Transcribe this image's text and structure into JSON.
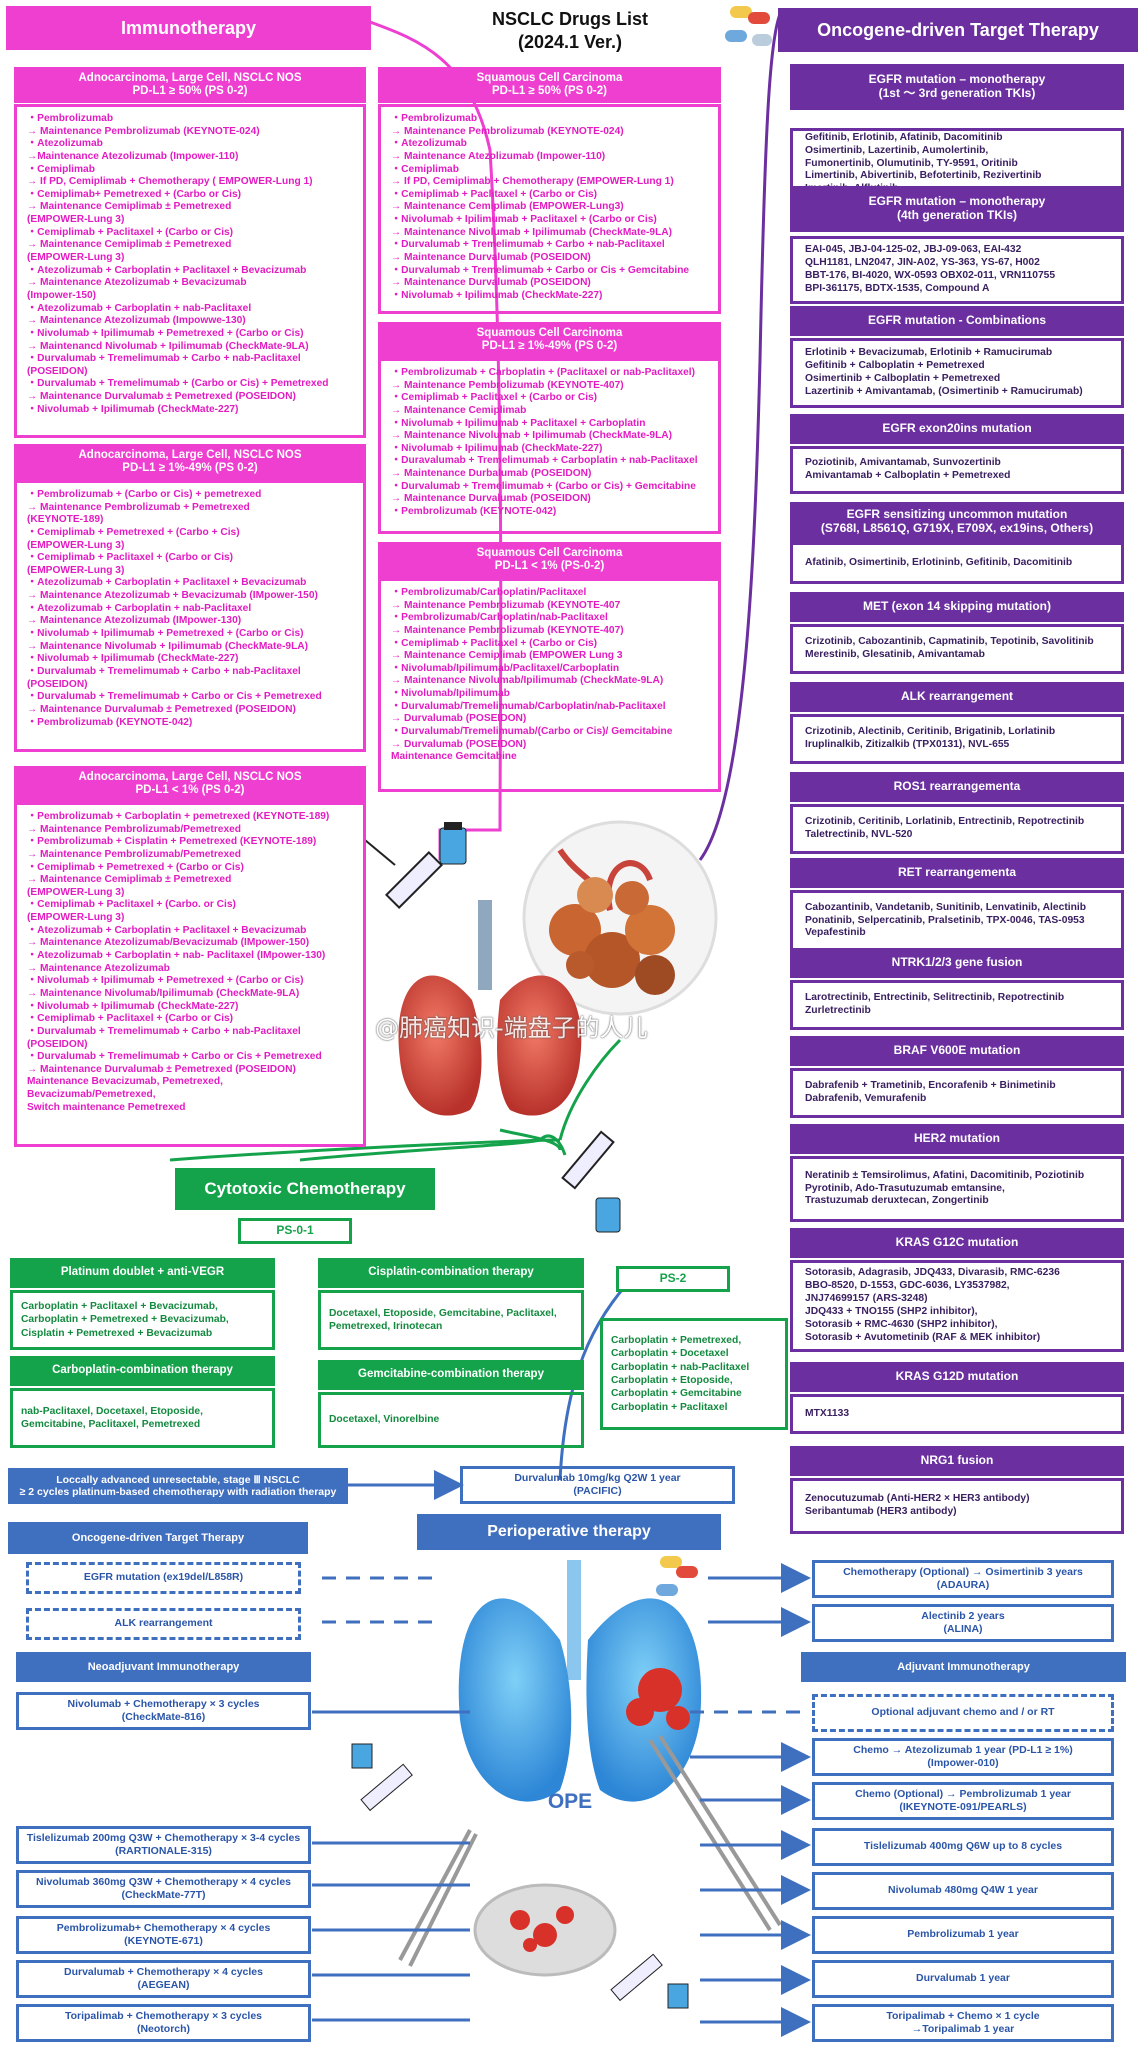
{
  "title": {
    "line1": "NSCLC Drugs List",
    "line2": "(2024.1 Ver.)"
  },
  "watermark": "@肺癌知识-端盘子的人儿",
  "immunotherapy": {
    "header": "Immunotherapy",
    "adeno_high": {
      "title1": "Adnocarcinoma, Large  Cell, NSCLC NOS",
      "title2": "PD-L1 ≥ 50% (PS 0-2)",
      "items": [
        "・Pembrolizumab\n  → Maintenance Pembrolizumab (KEYNOTE-024)",
        "・Atezolizumab\n  →Maintenance Atezolizumab (Impower-110)",
        "・Cemiplimab\n  → If PD, Cemiplimab + Chemotherapy ( EMPOWER-Lung 1)",
        "・Cemiplimab+ Pemetrexed + (Carbo or Cis)\n  → Maintenance Cemiplimab ± Pemetrexed\n  (EMPOWER-Lung 3)",
        "・Cemiplimab + Paclitaxel + (Carbo or Cis)\n  → Maintenance Cemiplimab ± Pemetrexed\n  (EMPOWER-Lung 3)",
        "・Atezolizumab + Carboplatin + Paclitaxel + Bevacizumab\n  → Maintenance Atezolizumab + Bevacizumab\n  (Impower-150)",
        "・Atezolizumab + Carboplatin + nab-Paclitaxel\n  → Maintenance Atezolizumab (Impowwe-130)",
        "・Nivolumab + Ipilimumab + Pemetrexed + (Carbo or Cis)\n  → Maintenancd Nivolumab + Ipilimumab (CheckMate-9LA)",
        "・Durvalumab + Tremelimumab + Carbo + nab-Paclitaxel\n  (POSEIDON)",
        "・Durvalumab + Tremelimumab + (Carbo or Cis) + Pemetrexed\n  → Maintenance Durvalumab ± Pemetrexed (POSEIDON)",
        "・Nivolumab + Ipilimumab (CheckMate-227)"
      ]
    },
    "adeno_mid": {
      "title1": "Adnocarcinoma, Large  Cell, NSCLC NOS",
      "title2": "PD-L1 ≥ 1%-49% (PS 0-2)",
      "items": [
        "・Pembrolizumab + (Carbo or Cis) + pemetrexed\n  → Maintenance Pembrolizumab + Pemetrexed\n  (KEYNOTE-189)",
        "・Cemiplimab + Pemetrexed + (Carbo + Cis)\n  (EMPOWER-Lung 3)",
        "・Cemiplimab + Paclitaxel + (Carbo or Cis)\n  (EMPOWER-Lung 3)",
        "・Atezolizumab + Carboplatin + Paclitaxel + Bevacizumab\n  → Maintenance Atezolizumab + Bevacizumab (IMpower-150)",
        "・Atezolizumab + Carboplatin + nab-Paclitaxel\n  → Maintenance Atezolizumab (IMpower-130)",
        "・Nivolumab + Ipilimumab + Pemetrexed + (Carbo or Cis)\n  → Maintenance Nivolumab + Ipilimumab (CheckMate-9LA)",
        "・Nivolumab + Ipilimumab (CheckMate-227)",
        "・Durvalumab + Tremelimumab + Carbo + nab-Paclitaxel\n  (POSEIDON)",
        "・Durvalumab + Tremelimumab + Carbo or Cis + Pemetrexed\n  → Maintenance Durvalumab ± Pemetrexed (POSEIDON)",
        "・Pembrolizumab (KEYNOTE-042)"
      ]
    },
    "adeno_low": {
      "title1": "Adnocarcinoma, Large  Cell, NSCLC NOS",
      "title2": "PD-L1 < 1% (PS 0-2)",
      "items": [
        "・Pembrolizumab + Carboplatin + pemetrexed (KEYNOTE-189)\n  → Maintenance Pembrolizumab/Pemetrexed",
        "・Pembrolizumab + Cisplatin + Pemetrexed (KEYNOTE-189)\n  → Maintenance Pembrolizumab/Pemetrexed",
        "・Cemiplimab + Pemetrexed + (Carbo or Cis)\n  → Maintenance Cemiplimab ± Pemetrexed\n  (EMPOWER-Lung 3)",
        "・Cemiplimab + Paclitaxel + (Carbo. or Cis)\n  (EMPOWER-Lung 3)",
        "・Atezolizumab + Carboplatin + Paclitaxel + Bevacizumab\n  → Maintenance Atezolizumab/Bevacizumab (IMpower-150)",
        "・Atezolizumab + Carboplatin + nab- Paclitaxel (IMpower-130)\n  → Maintenance Atezolizumab",
        "・Nivolumab + Ipilimumab + Pemetrexed + (Carbo or Cis)\n  → Maintenance Nivolumab/Ipilimumab (CheckMate-9LA)",
        "・Nivolumab + Ipilimumab (CheckMate-227)",
        "・Cemiplimab + Paclitaxel + (Carbo or Cis)",
        "・Durvalumab + Tremelimumab + Carbo + nab-Paclitaxel\n  (POSEIDON)",
        "・Durvalumab + Tremelimumab + Carbo or Cis + Pemetrexed\n  → Maintenance Durvalumab ± Pemetrexed (POSEIDON)",
        " ",
        "Maintenance Bevacizumab, Pemetrexed,\nBevacizumab/Pemetrexed,\nSwitch maintenance Pemetrexed"
      ]
    },
    "sq_high": {
      "title1": "Squamous Cell Carcinoma",
      "title2": "PD-L1 ≥ 50% (PS 0-2)",
      "items": [
        "・Pembrolizumab\n  → Maintenance  Pembrolizumab (KEYNOTE-024)",
        "・Atezolizumab\n  → Maintenance Atezolizumab (Impower-110)",
        "・Cemiplimab\n  → If PD, Cemiplimab + Chemotherapy (EMPOWER-Lung 1)",
        "・Cemiplimab + Paclitaxel + (Carbo or Cis)\n  → Maintenance Cemiplimab (EMPOWER-Lung3)",
        "・Nivolumab + Ipilimumab + Paclitaxel + (Carbo or Cis)\n  → Maintenance Nivolumab + Ipilimumab (CheckMate-9LA)",
        "・Durvalumab + Tremelimumab + Carbo + nab-Paclitaxel\n  → Maintenance Durvalumab (POSEIDON)",
        "・Durvalumab + Tremelimumab + Carbo or Cis + Gemcitabine\n  → Maintenance Durvalumab (POSEIDON)",
        "・Nivolumab + Ipilimumab (CheckMate-227)"
      ]
    },
    "sq_mid": {
      "title1": "Squamous Cell Carcinoma",
      "title2": "PD-L1 ≥ 1%-49% (PS 0-2)",
      "items": [
        "・Pembrolizumab + Carboplatin + (Paclitaxel or nab-Paclitaxel)\n  → Maintenance Pembrolizumab (KEYNOTE-407)",
        "・Cemiplimab + Paclitaxel + (Carbo or Cis)\n  → Maintenance Cemiplimab",
        "・Nivolumab + Ipilimumab + Paclitaxel + Carboplatin\n  → Maintenance Nivolumab + Ipilimumab (CheckMate-9LA)",
        "・Nivolumab + Ipilimumab (CheckMate-227)",
        "・Duravalumab + Tremelimumab + Carboplatin + nab-Paclitaxel\n  → Maintenance Durbalumab (POSEIDON)",
        "・Durvalumab + Tremelimumab + (Carbo or Cis) + Gemcitabine\n  → Maintenance Durvalumab (POSEIDON)",
        "・Pembrolizumab (KEYNOTE-042)"
      ]
    },
    "sq_low": {
      "title1": "Squamous Cell Carcinoma",
      "title2": "PD-L1 < 1% (PS-0-2)",
      "items": [
        "・Pembrolizumab/Carboplatin/Paclitaxel\n  → Maintenance Pembrolizumab (KEYNOTE-407",
        "・Pembrolizumab/Carboplatin/nab-Paclitaxel\n  → Maintenance Pembrolizumab (KEYNOTE-407)",
        "・Cemiplimab + Paclitaxel + (Carbo or Cis)\n  → Maintenance Cemiplimab (EMPOWER Lung 3",
        "・Nivolumab/Ipilimumab/Paclitaxel/Carboplatin\n  → Maintenance Nivolumab/Ipilimumab (CheckMate-9LA)",
        "・Nivolumab/Ipilimumab",
        "・Durvalumab/Tremelimumab/Carboplatin/nab-Paclitaxel\n  → Durvalumab (POSEIDON)",
        "・Durvalumab/Tremelimumab/(Carbo or Cis)/ Gemcitabine\n  → Durvalumab (POSEIDON)",
        " ",
        "Maintenance Gemcitabine"
      ]
    }
  },
  "target": {
    "header": "Oncogene-driven Target Therapy",
    "sections": [
      {
        "title": "EGFR mutation  – monotherapy\n(1st ～ 3rd generation TKIs)",
        "lines": [
          "Gefitinib, Erlotinib, Afatinib, Dacomitinib",
          "Osimertinib, Lazertinib, Aumolertinib,",
          "Fumonertinib, Olumutinib, TY-9591, Oritinib",
          "Limertinib, Abivertinib, Befotertinib, Rezivertinib",
          "Imertinib, Alflutinib"
        ]
      },
      {
        "title": "EGFR mutation  – monotherapy\n(4th generation TKIs)",
        "lines": [
          "EAI-045, JBJ-04-125-02, JBJ-09-063, EAI-432",
          "QLH1181, LN2047, JIN-A02, YS-363, YS-67, H002",
          "BBT-176, BI-4020, WX-0593 OBX02-011, VRN110755",
          "BPI-361175, BDTX-1535, Compound A"
        ]
      },
      {
        "title": "EGFR mutation - Combinations",
        "lines": [
          "Erlotinib + Bevacizumab, Erlotinib + Ramucirumab",
          "Gefitinib + Calboplatin + Pemetrexed",
          "Osimertinib + Calboplatin + Pemetrexed",
          "Lazertinib + Amivantamab, (Osimertinib + Ramucirumab)"
        ]
      },
      {
        "title": "EGFR exon20ins mutation",
        "lines": [
          "Poziotinib, Amivantamab, Sunvozertinib",
          "Amivantamab + Calboplatin + Pemetrexed"
        ]
      },
      {
        "title": "EGFR sensitizing uncommon mutation\n(S768I, L8561Q, G719X, E709X, ex19ins, Others)",
        "lines": [
          "Afatinib, Osimertinib, Erlotininb, Gefitinib, Dacomitinib"
        ]
      },
      {
        "title": "MET (exon 14 skipping mutation)",
        "lines": [
          "Crizotinib, Cabozantinib, Capmatinib, Tepotinib, Savolitinib",
          "Merestinib, Glesatinib, Amivantamab"
        ]
      },
      {
        "title": "ALK rearrangement",
        "lines": [
          "Crizotinib, Alectinib, Ceritinib, Brigatinib, Lorlatinib",
          "Iruplinalkib, Zitizalkib (TPX0131), NVL-655"
        ]
      },
      {
        "title": "ROS1 rearrangementa",
        "lines": [
          "Crizotinib, Ceritinib, Lorlatinib, Entrectinib, Repotrectinib",
          "Taletrectinib, NVL-520"
        ]
      },
      {
        "title": "RET rearrangementa",
        "lines": [
          "Cabozantinib, Vandetanib, Sunitinib, Lenvatinib, Alectinib",
          "Ponatinib, Selpercatinib, Pralsetinib, TPX-0046, TAS-0953",
          "Vepafestinib"
        ]
      },
      {
        "title": "NTRK1/2/3 gene fusion",
        "lines": [
          "Larotrectinib, Entrectinib, Selitrectinib, Repotrectinib",
          "Zurletrectinib"
        ]
      },
      {
        "title": "BRAF V600E mutation",
        "lines": [
          "Dabrafenib + Trametinib, Encorafenib + Binimetinib",
          "Dabrafenib, Vemurafenib"
        ]
      },
      {
        "title": "HER2 mutation",
        "lines": [
          "Neratinib ± Temsirolimus, Afatini, Dacomitinib, Poziotinib",
          "Pyrotinib, Ado-Trasutuzumab emtansine,",
          "Trastuzumab deruxtecan, Zongertinib"
        ]
      },
      {
        "title": "KRAS G12C mutation",
        "lines": [
          "Sotorasib, Adagrasib, JDQ433, Divarasib, RMC-6236",
          "BBO-8520, D-1553, GDC-6036, LY3537982,",
          "JNJ74699157 (ARS-3248)",
          "JDQ433 + TNO155 (SHP2 inhibitor),",
          "Sotorasib + RMC-4630 (SHP2 inhibitor),",
          "Sotorasib + Avutometinib (RAF & MEK inhibitor)"
        ]
      },
      {
        "title": "KRAS G12D mutation",
        "lines": [
          "MTX1133"
        ]
      },
      {
        "title": "NRG1 fusion",
        "lines": [
          "Zenocutuzumab (Anti-HER2 × HER3 antibody)",
          "Seribantumab (HER3 antibody)"
        ]
      }
    ]
  },
  "chemo": {
    "header": "Cytotoxic  Chemotherapy",
    "ps01": "PS-0-1",
    "ps2": "PS-2",
    "platinum_title": "Platinum doublet + anti-VEGR",
    "platinum_lines": [
      "Carboplatin + Paclitaxel + Bevacizumab,",
      "Carboplatin + Pemetrexed + Bevacizumab,",
      "Cisplatin + Pemetrexed + Bevacizumab"
    ],
    "carbo_title": "Carboplatin-combination therapy",
    "carbo_lines": [
      "nab-Paclitaxel, Docetaxel, Etoposide,",
      "Gemcitabine, Paclitaxel, Pemetrexed"
    ],
    "cis_title": "Cisplatin-combination therapy",
    "cis_lines": [
      "Docetaxel, Etoposide, Gemcitabine, Paclitaxel,",
      "Pemetrexed, Irinotecan"
    ],
    "gem_title": "Gemcitabine-combination therapy",
    "gem_lines": [
      "Docetaxel, Vinorelbine"
    ],
    "ps2_lines": [
      "Carboplatin + Pemetrexed,",
      "Carboplatin + Docetaxel",
      "Carboplatin + nab-Paclitaxel",
      "Carboplatin + Etoposide,",
      "Carboplatin + Gemcitabine",
      "Carboplatin + Paclitaxel"
    ]
  },
  "stage3": {
    "lines": [
      "Loccally advanced unresectable, stage Ⅲ NSCLC",
      "≥ 2 cycles platinum-based chemotherapy with radiation therapy"
    ],
    "result": [
      "Durvalumab 10mg/kg Q2W 1 year",
      "(PACIFIC)"
    ]
  },
  "periop": {
    "header": "Perioperative therapy",
    "ope": "OPE",
    "onco_header": "Oncogene-driven Target Therapy",
    "egfr": "EGFR mutation (ex19del/L858R)",
    "alk": "ALK rearrangement",
    "neo_header": "Neoadjuvant Immunotherapy",
    "adj_header": "Adjuvant Immunotherapy",
    "right_top": [
      [
        "Chemotherapy (Optional) → Osimertinib 3 years",
        "(ADAURA)"
      ],
      [
        "Alectinib 2 years",
        "(ALINA)"
      ]
    ],
    "neo": [
      [
        "Nivolumab + Chemotherapy × 3 cycles",
        "(CheckMate-816)"
      ],
      [
        "Tislelizumab 200mg Q3W + Chemotherapy × 3-4 cycles",
        "(RARTIONALE-315)"
      ],
      [
        "Nivolumab 360mg Q3W + Chemotherapy × 4 cycles",
        "(CheckMate-77T)"
      ],
      [
        "Pembrolizumab+ Chemotherapy × 4 cycles",
        "(KEYNOTE-671)"
      ],
      [
        "Durvalumab + Chemotherapy × 4 cycles",
        "(AEGEAN)"
      ],
      [
        "Toripalimab + Chemotherapy × 3 cycles",
        "(Neotorch)"
      ]
    ],
    "adj": [
      [
        "Optional adjuvant chemo and / or RT"
      ],
      [
        "Chemo → Atezolizumab 1 year (PD-L1 ≥ 1%)",
        "(Impower-010)"
      ],
      [
        "Chemo (Optional) → Pembrolizumab 1 year",
        "(IKEYNOTE-091/PEARLS)"
      ],
      [
        "Tislelizumab 400mg Q6W up to 8 cycles"
      ],
      [
        "Nivolumab 480mg Q4W 1 year"
      ],
      [
        "Pembrolizumab 1 year"
      ],
      [
        "Durvalumab 1 year"
      ],
      [
        "Toripalimab + Chemo × 1 cycle",
        "→Toripalimab 1 year"
      ]
    ]
  },
  "colors": {
    "magenta": "#ee3fd1",
    "purple": "#6b2fa0",
    "green": "#14a34b",
    "blue": "#3f6fbf"
  }
}
